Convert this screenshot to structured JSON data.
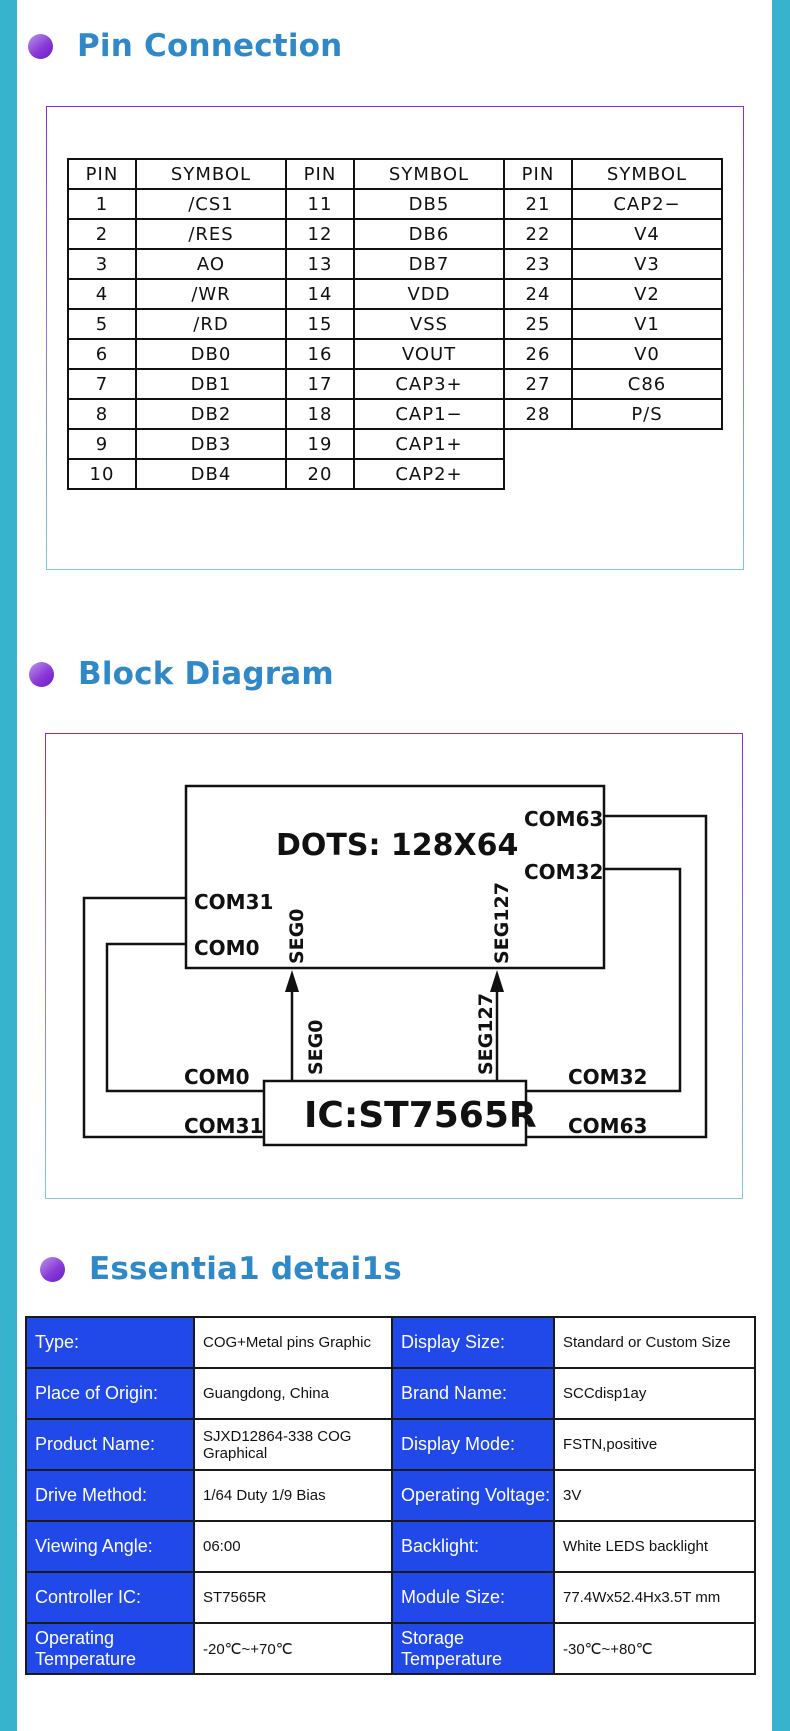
{
  "sections": {
    "pin_connection_title": "Pin Connection",
    "block_diagram_title": "Block Diagram",
    "essential_details_title": "Essentia1 detai1s"
  },
  "pin_table": {
    "headers": [
      "PIN",
      "SYMBOL",
      "PIN",
      "SYMBOL",
      "PIN",
      "SYMBOL"
    ],
    "rows": [
      [
        "1",
        "/CS1",
        "11",
        "DB5",
        "21",
        "CAP2−"
      ],
      [
        "2",
        "/RES",
        "12",
        "DB6",
        "22",
        "V4"
      ],
      [
        "3",
        "AO",
        "13",
        "DB7",
        "23",
        "V3"
      ],
      [
        "4",
        "/WR",
        "14",
        "VDD",
        "24",
        "V2"
      ],
      [
        "5",
        "/RD",
        "15",
        "VSS",
        "25",
        "V1"
      ],
      [
        "6",
        "DB0",
        "16",
        "VOUT",
        "26",
        "V0"
      ],
      [
        "7",
        "DB1",
        "17",
        "CAP3+",
        "27",
        "C86"
      ],
      [
        "8",
        "DB2",
        "18",
        "CAP1−",
        "28",
        "P/S"
      ],
      [
        "9",
        "DB3",
        "19",
        "CAP1+",
        "",
        ""
      ],
      [
        "10",
        "DB4",
        "20",
        "CAP2+",
        "",
        ""
      ]
    ]
  },
  "block_diagram": {
    "dots_label": "DOTS:  128X64",
    "ic_label": "IC:ST7565R",
    "com63_top": "COM63",
    "com32_top": "COM32",
    "com31_left": "COM31",
    "com0_left": "COM0",
    "seg0_upper": "SEG0",
    "seg127_upper": "SEG127",
    "seg0_lower": "SEG0",
    "seg127_lower": "SEG127",
    "com0_bottom": "COM0",
    "com31_bottom": "COM31",
    "com32_bottom": "COM32",
    "com63_bottom": "COM63"
  },
  "specs": {
    "rows": [
      {
        "label_a": "Type:",
        "value_a": "COG+Metal pins  Graphic",
        "label_b": "Display Size:",
        "value_b": "Standard or Custom Size"
      },
      {
        "label_a": "Place of  Origin:",
        "value_a": "Guangdong, China",
        "label_b": "Brand Name:",
        "value_b": "SCCdisp1ay"
      },
      {
        "label_a": "Product Name:",
        "value_a": "SJXD12864-338  COG  Graphical",
        "label_b": "Display Mode:",
        "value_b": "FSTN,positive"
      },
      {
        "label_a": "Drive Method:",
        "value_a": "1/64 Duty 1/9 Bias",
        "label_b": "Operating Voltage:",
        "value_b": "3V"
      },
      {
        "label_a": "Viewing Angle:",
        "value_a": "06:00",
        "label_b": "Backlight:",
        "value_b": "White LEDS backlight"
      },
      {
        "label_a": "Controller IC:",
        "value_a": "ST7565R",
        "label_b": "Module Size:",
        "value_b": "77.4Wx52.4Hx3.5T mm"
      },
      {
        "label_a": "Operating Temperature",
        "value_a": "-20℃~+70℃",
        "label_b": "Storage Temperature",
        "value_b": "-30℃~+80℃"
      }
    ]
  }
}
